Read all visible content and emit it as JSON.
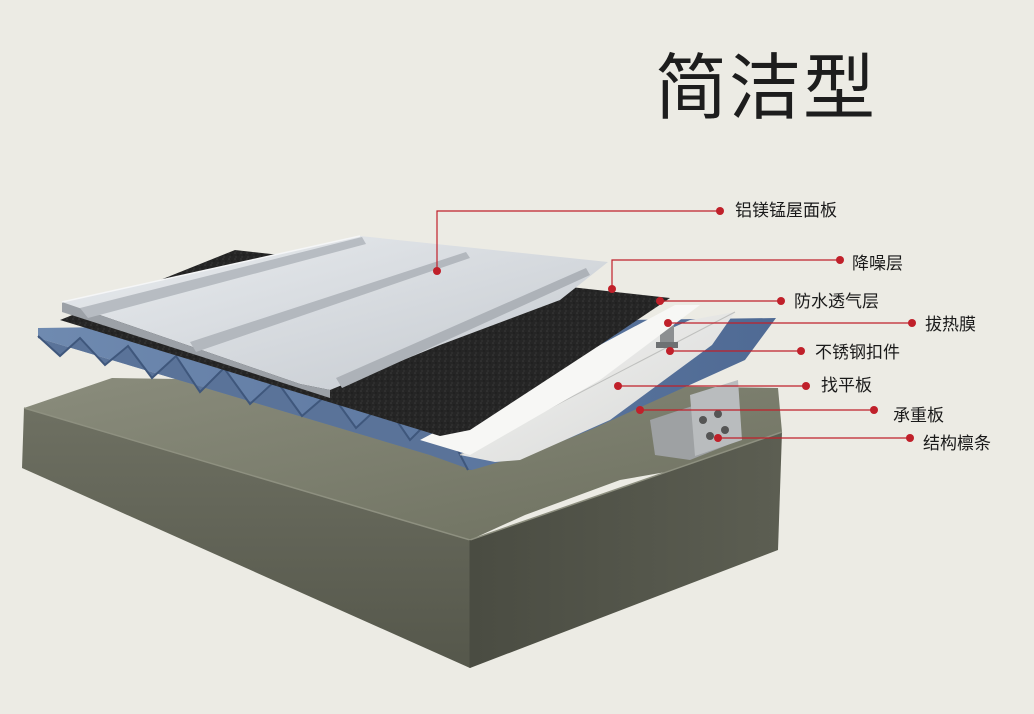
{
  "title": "简洁型",
  "layers": [
    {
      "id": "l0",
      "label": "铝镁锰屋面板"
    },
    {
      "id": "l1",
      "label": "降噪层"
    },
    {
      "id": "l2",
      "label": "防水透气层"
    },
    {
      "id": "l3",
      "label": "拔热膜"
    },
    {
      "id": "l4",
      "label": "不锈钢扣件"
    },
    {
      "id": "l5",
      "label": "找平板"
    },
    {
      "id": "l6",
      "label": "承重板"
    },
    {
      "id": "l7",
      "label": "结构檩条"
    }
  ],
  "colors": {
    "background": "#ecebe4",
    "leader_line": "#c0202a",
    "concrete": "#76786a",
    "metal_panel": "#d9dde2",
    "noise_layer": "#262626",
    "blue_deck": "#6c84a8"
  }
}
